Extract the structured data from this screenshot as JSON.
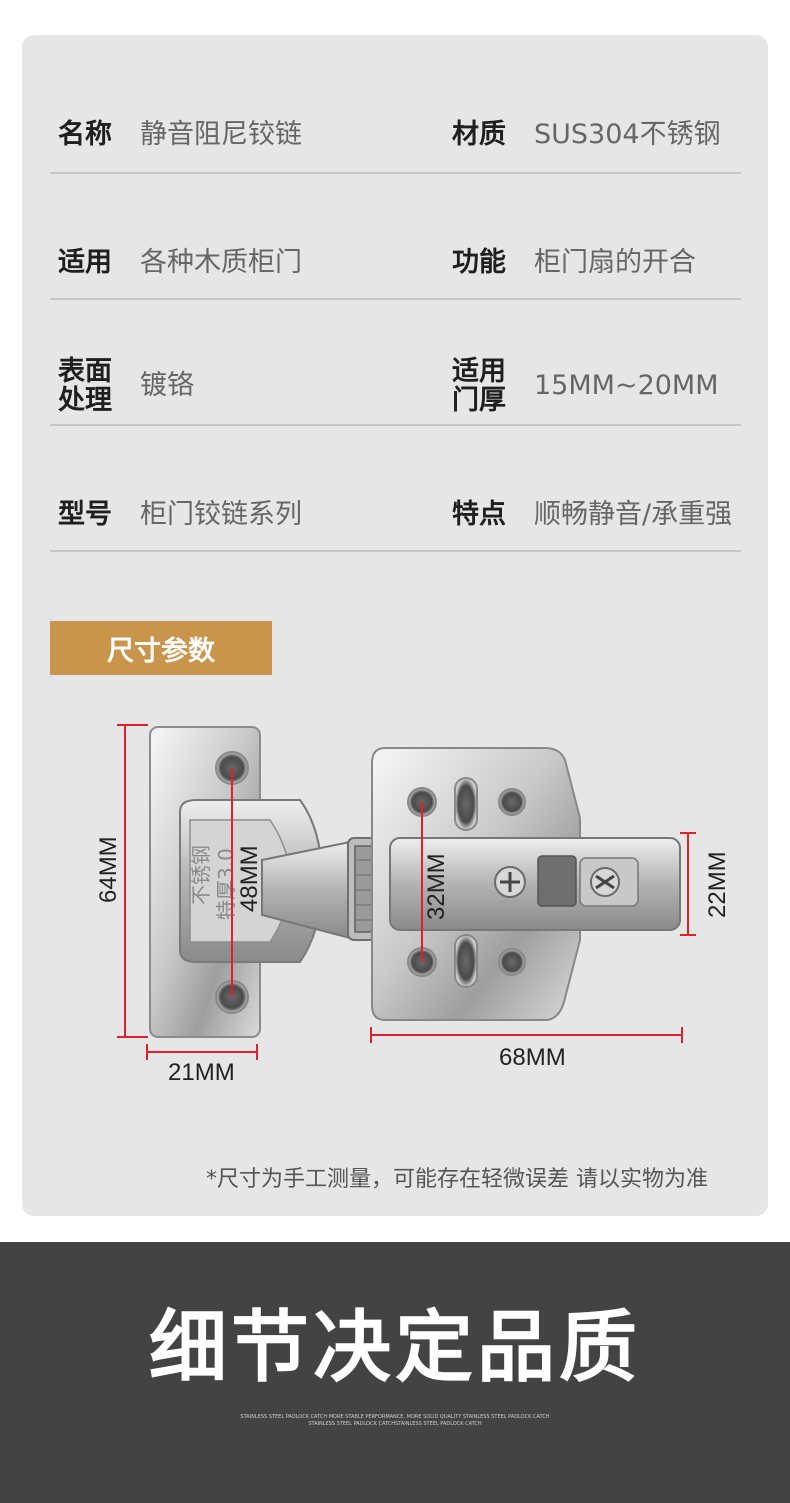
{
  "specs": [
    {
      "label": "名称",
      "value": "静音阻尼铰链"
    },
    {
      "label": "材质",
      "value": "SUS304不锈钢"
    },
    {
      "label": "适用",
      "value": "各种木质柜门"
    },
    {
      "label": "功能",
      "value": "柜门扇的开合"
    },
    {
      "label": "表面\n处理",
      "value": "镀铬"
    },
    {
      "label": "适用\n门厚",
      "value": "15MM~20MM"
    },
    {
      "label": "型号",
      "value": "柜门铰链系列"
    },
    {
      "label": "特点",
      "value": "顺畅静音/承重强"
    }
  ],
  "size_section": {
    "title": "尺寸参数",
    "dimensions": {
      "height_total": "64MM",
      "cup_height": "48MM",
      "arm_hole_spacing": "32MM",
      "arm_height": "22MM",
      "cup_width": "21MM",
      "arm_length": "68MM"
    },
    "cup_stamp_1": "不锈钢",
    "cup_stamp_2": "特厚3.0",
    "note": "*尺寸为手工测量，可能存在轻微误差 请以实物为准"
  },
  "banner": {
    "title": "细节决定品质",
    "sub_line_1": "STAINLESS STEEL PADLOCK CATCH MORE STABLE PERFORMANCE, MORE SOLID QUALITY STAINLESS STEEL PADLOCK CATCH",
    "sub_line_2": "STAINLESS STEEL PADLOCK CATCHSTAINLESS STEEL PADLOCK CATCH"
  },
  "colors": {
    "card_bg": "#e6e6e6",
    "accent": "#c9954d",
    "banner_bg": "#434343",
    "dimension_line": "#e0202a"
  }
}
